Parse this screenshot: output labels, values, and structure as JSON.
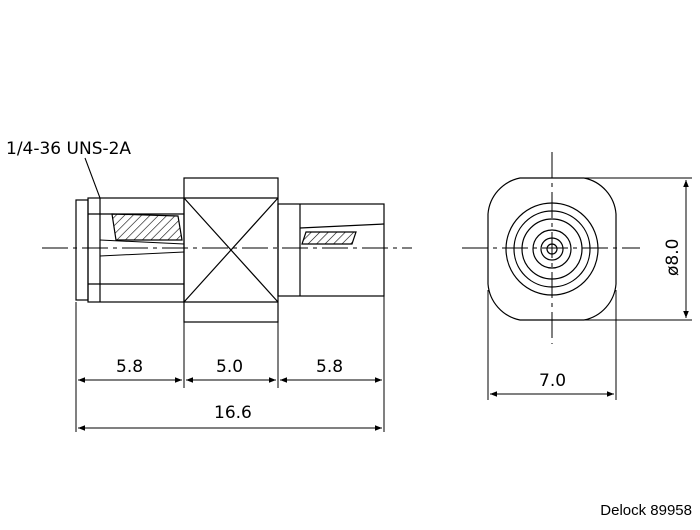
{
  "thread_callout": "1/4-36 UNS-2A",
  "dimensions": {
    "segment_left": "5.8",
    "segment_middle": "5.0",
    "segment_right": "5.8",
    "overall_length": "16.6",
    "end_width": "7.0",
    "end_diameter": "ø8.0"
  },
  "credit": "Delock 89958"
}
